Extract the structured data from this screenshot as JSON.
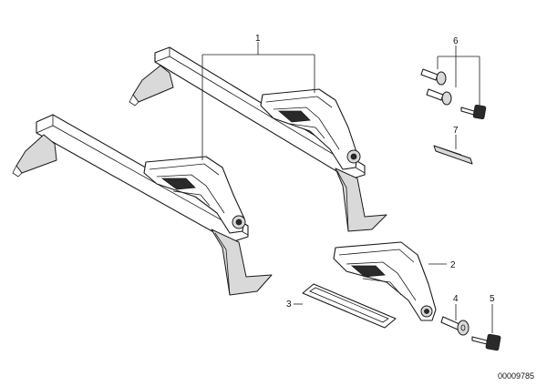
{
  "callouts": [
    {
      "id": "1",
      "label": "1"
    },
    {
      "id": "2",
      "label": "2"
    },
    {
      "id": "3",
      "label": "3"
    },
    {
      "id": "4",
      "label": "4"
    },
    {
      "id": "5",
      "label": "5"
    },
    {
      "id": "6",
      "label": "6"
    },
    {
      "id": "7",
      "label": "7"
    }
  ],
  "document_number": "00009785"
}
